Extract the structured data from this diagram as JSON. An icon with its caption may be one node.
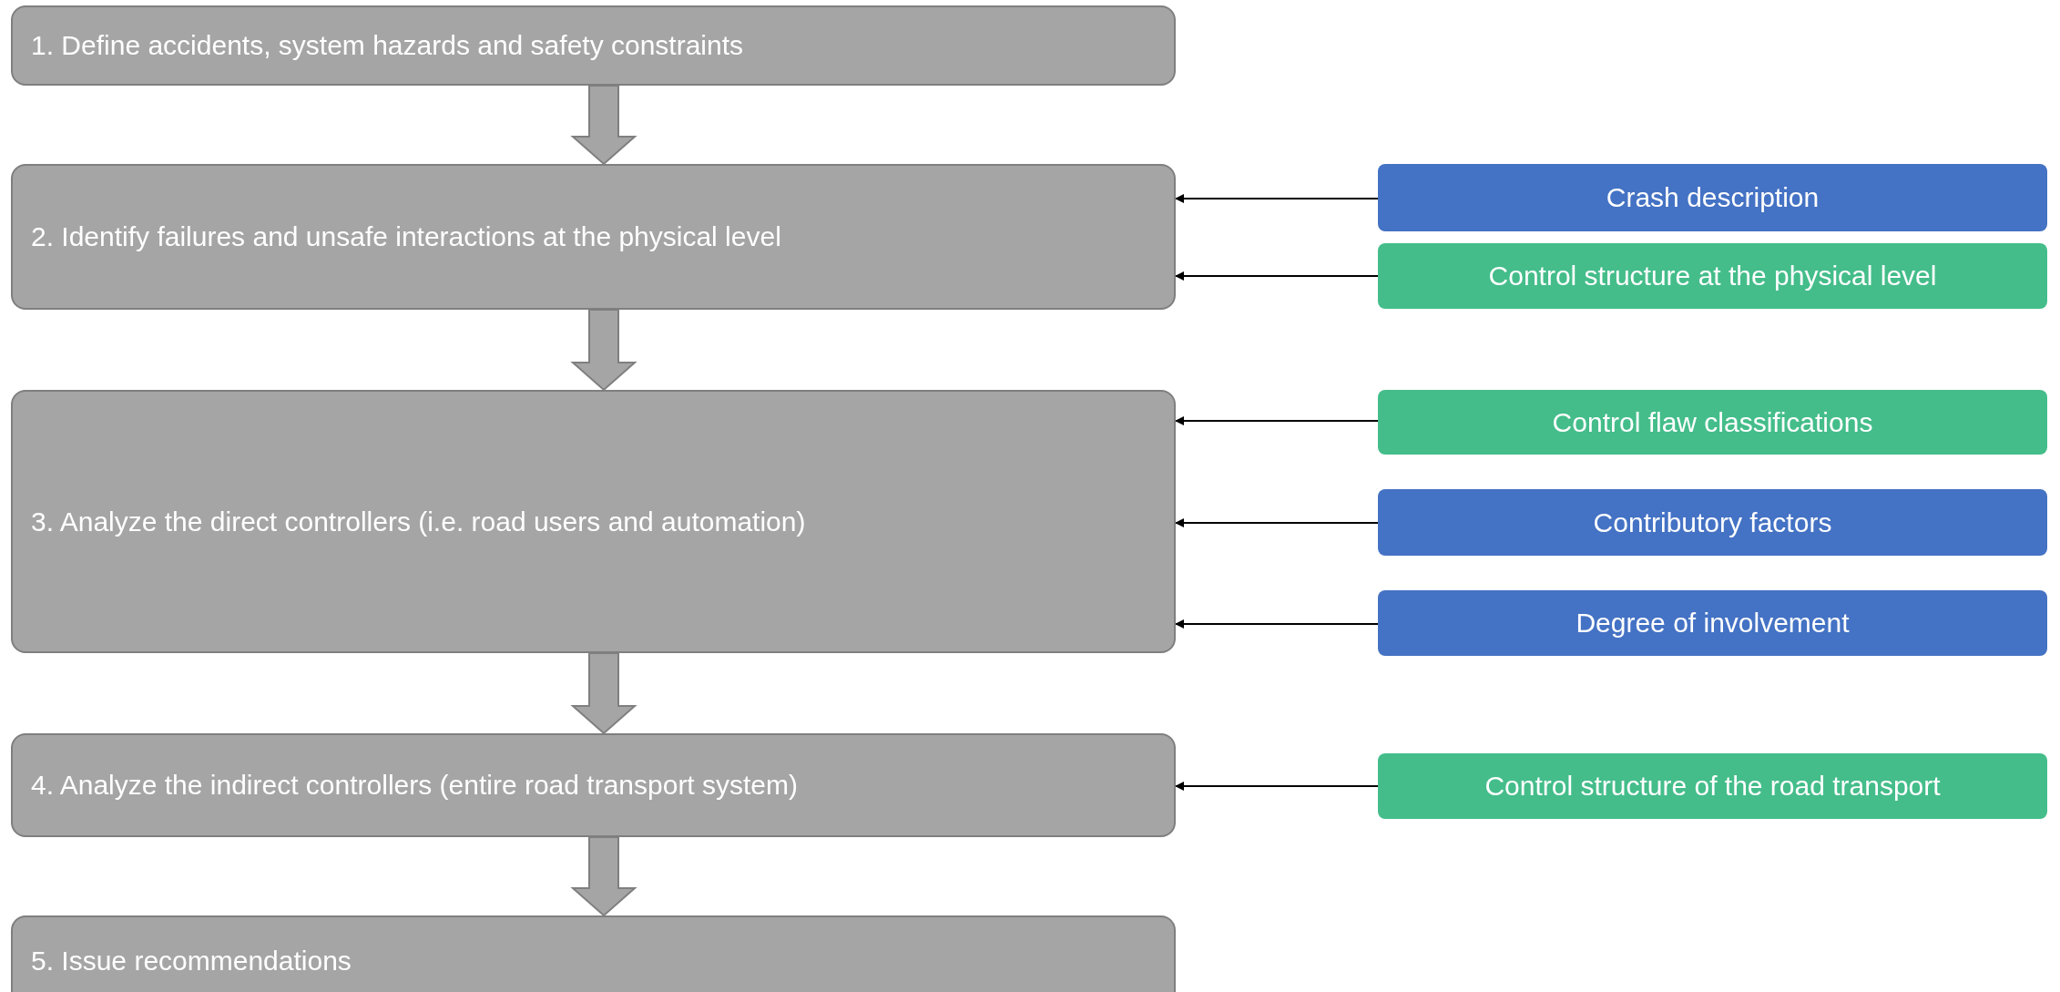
{
  "diagram": {
    "nodes": [
      {
        "text": [
          "1. Define accidents, system hazards and safety constraints"
        ]
      },
      {
        "text": [
          "2. Identify failures and unsafe interactions at the physical level"
        ]
      },
      {
        "text": [
          "3. Analyze the direct controllers (i.e. road users and automation)"
        ]
      },
      {
        "text": [
          "4. Analyze the indirect controllers (entire road transport system)"
        ]
      },
      {
        "text": [
          "5. Issue recommendations"
        ]
      },
      {
        "text": [
          "Crash description"
        ]
      },
      {
        "text": [
          "Control structure at the physical level"
        ]
      },
      {
        "text": [
          "Control flaw classifications"
        ]
      },
      {
        "text": [
          "Contributory factors"
        ]
      },
      {
        "text": [
          "Degree of involvement"
        ]
      },
      {
        "text": [
          "Control structure of the road transport"
        ]
      }
    ],
    "edges": [
      {
        "from": 0,
        "to": 1,
        "arrow": "to",
        "style": "thick"
      },
      {
        "from": 1,
        "to": 2,
        "arrow": "to",
        "style": "thick"
      },
      {
        "from": 2,
        "to": 3,
        "arrow": "to",
        "style": "thick"
      },
      {
        "from": 3,
        "to": 4,
        "arrow": "to",
        "style": "thick"
      },
      {
        "from": 5,
        "to": 1,
        "arrow": "to"
      },
      {
        "from": 6,
        "to": 1,
        "arrow": "to"
      },
      {
        "from": 7,
        "to": 2,
        "arrow": "to"
      },
      {
        "from": 8,
        "to": 2,
        "arrow": "to"
      },
      {
        "from": 9,
        "to": 2,
        "arrow": "to"
      },
      {
        "from": 10,
        "to": 3,
        "arrow": "to"
      }
    ]
  }
}
